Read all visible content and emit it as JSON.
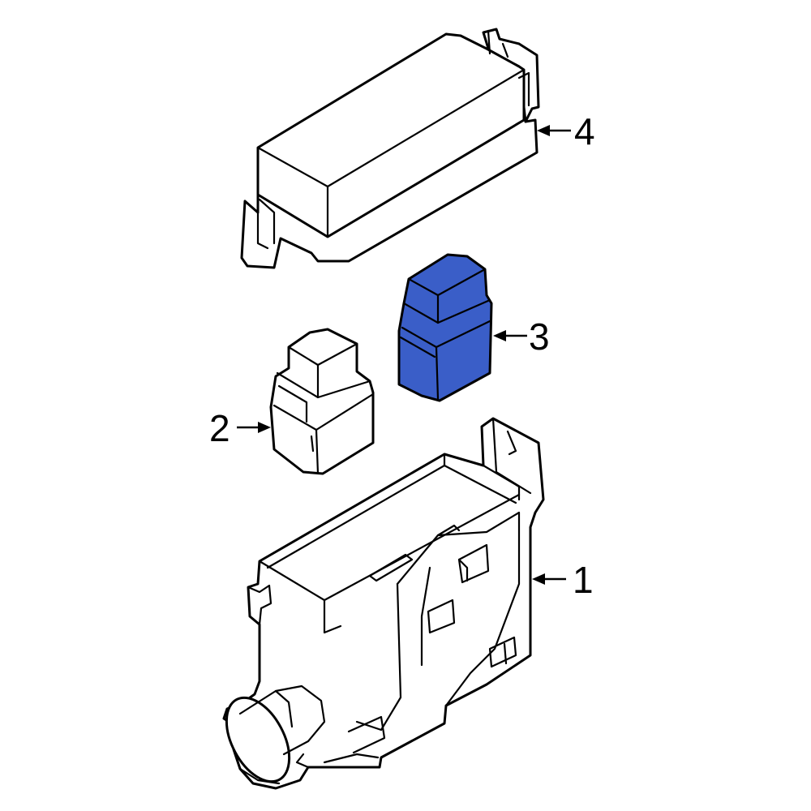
{
  "diagram": {
    "highlight_color": "#3a5ec8",
    "highlight_shade": "#3355bf",
    "line_color": "#000000",
    "callouts": [
      {
        "id": "1",
        "label": "1"
      },
      {
        "id": "2",
        "label": "2"
      },
      {
        "id": "3",
        "label": "3"
      },
      {
        "id": "4",
        "label": "4"
      }
    ]
  }
}
